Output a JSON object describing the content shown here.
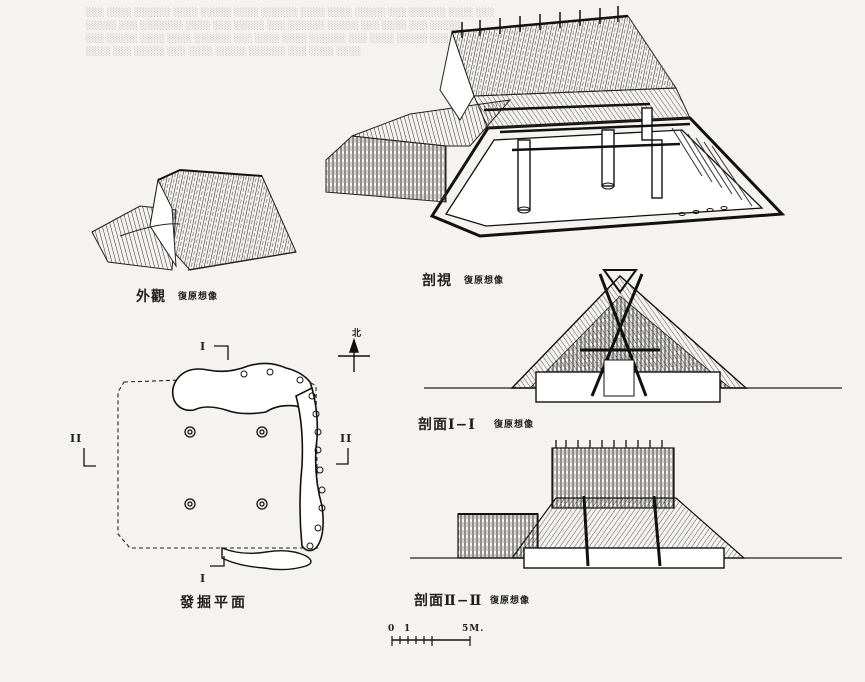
{
  "labels": {
    "exterior": "外觀",
    "exterior_sub": "復原想像",
    "cutaway": "剖視",
    "cutaway_sub": "復原想像",
    "section1": "剖面Ⅰ−Ⅰ",
    "section1_sub": "復原想像",
    "section2": "剖面Ⅱ−Ⅱ",
    "section2_sub": "復原想像",
    "plan": "發掘平面",
    "north": "北",
    "marker_I": "I",
    "marker_II": "II",
    "scale_zero": "0",
    "scale_one": "1",
    "scale_five": "5M."
  },
  "colors": {
    "ink": "#1e1e1e",
    "paper": "#f4f3f0",
    "faint": "#b9b6b0"
  }
}
